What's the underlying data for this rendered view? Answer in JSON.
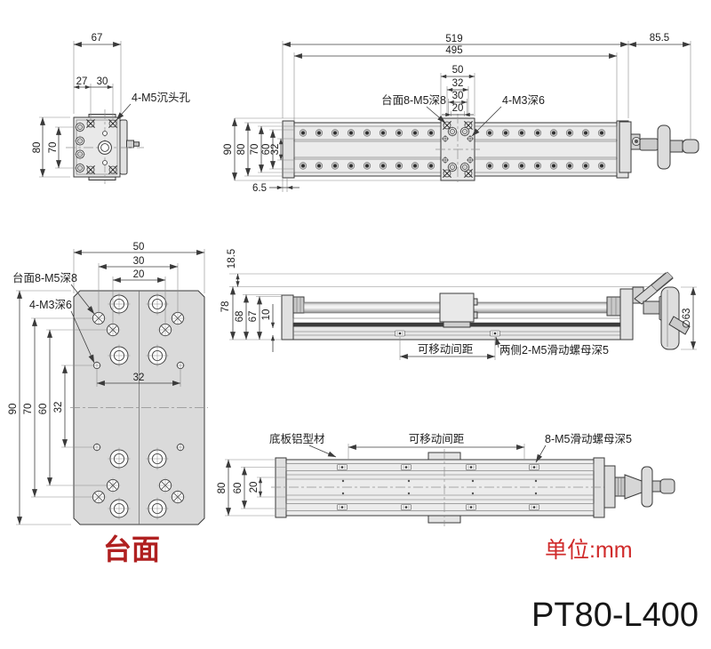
{
  "footer": {
    "unit": "单位:mm",
    "model": "PT80-L400"
  },
  "colors": {
    "accent_red_caption": "#b02020",
    "accent_red_unit": "#d02b2b",
    "line": "#3a3a3a",
    "fill_light": "#e9e9e9"
  },
  "end_view": {
    "d67": "67",
    "d27": "27",
    "d30": "30",
    "d80": "80",
    "d70": "70",
    "note_counterbore": "4-M5沉头孔"
  },
  "top_view": {
    "d519": "519",
    "d495": "495",
    "d85_5": "85.5",
    "d50": "50",
    "d32": "32",
    "d30": "30",
    "d20": "20",
    "v90": "90",
    "v80": "80",
    "v70": "70",
    "v60": "60",
    "v32": "32",
    "d6_5": "6.5",
    "note_table": "台面8-M5深8",
    "note_m3": "4-M3深6"
  },
  "table_view": {
    "caption": "台面",
    "d50": "50",
    "d30": "30",
    "d20": "20",
    "v90": "90",
    "v70": "70",
    "v60": "60",
    "v32": "32",
    "d32": "32",
    "note_m5": "台面8-M5深8",
    "note_m3": "4-M3深6"
  },
  "side_view": {
    "d18_5": "18.5",
    "d78": "78",
    "d68": "68",
    "d67": "67",
    "d10": "10",
    "dia63": "∅63",
    "travel": "可移动间距",
    "note_nut": "两侧2-M5滑动螺母深5"
  },
  "bottom_view": {
    "v80": "80",
    "v60": "60",
    "v20": "20",
    "note_base": "底板铝型材",
    "travel": "可移动间距",
    "note_nut": "8-M5滑动螺母深5"
  }
}
